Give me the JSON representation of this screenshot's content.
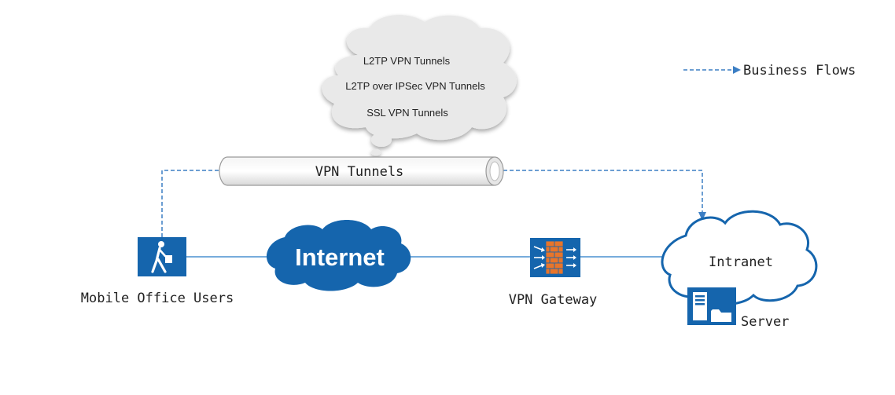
{
  "legend": {
    "label": "Business Flows"
  },
  "cloud": {
    "lines": [
      "L2TP VPN Tunnels",
      "L2TP over IPSec VPN Tunnels",
      "SSL VPN Tunnels"
    ]
  },
  "tunnel": {
    "label": "VPN Tunnels"
  },
  "nodes": {
    "mobile": {
      "label": "Mobile Office Users",
      "icon": "walking-person-icon"
    },
    "internet": {
      "label": "Internet",
      "icon": "internet-cloud-icon"
    },
    "gateway": {
      "label": "VPN Gateway",
      "icon": "firewall-icon"
    },
    "intranet": {
      "label": "Intranet",
      "icon": "intranet-cloud-icon"
    },
    "server": {
      "label": "Server",
      "icon": "server-icon"
    }
  },
  "colors": {
    "brand_blue": "#1565ad",
    "link_line": "#4a90d0",
    "dash_line": "#3b7ec4",
    "firewall_orange": "#e8752a",
    "cloud_gray": "#e9e9e9",
    "text": "#222222"
  }
}
